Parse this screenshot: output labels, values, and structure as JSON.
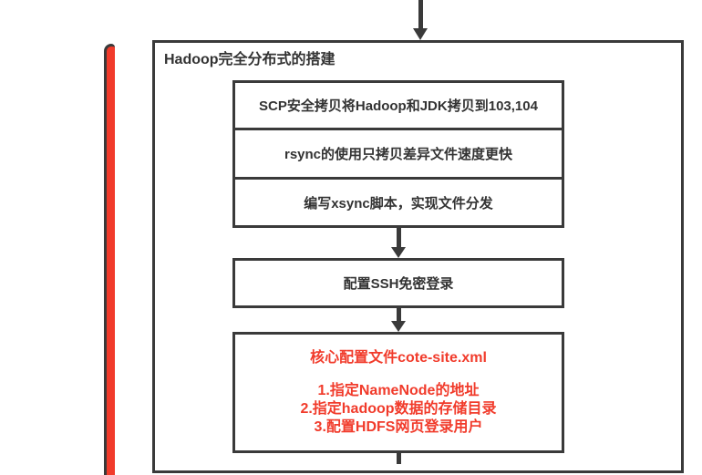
{
  "colors": {
    "accent_red": "#f13b2b",
    "border_dark": "#3a3a3a",
    "text_dark": "#333333"
  },
  "diagram": {
    "title": "Hadoop完全分布式的搭建",
    "steps": [
      "SCP安全拷贝将Hadoop和JDK拷贝到103,104",
      "rsync的使用只拷贝差异文件速度更快",
      "编写xsync脚本，实现文件分发",
      "配置SSH免密登录"
    ],
    "config_box": {
      "heading": "核心配置文件cote-site.xml",
      "items": [
        "1.指定NameNode的地址",
        "2.指定hadoop数据的存储目录",
        "3.配置HDFS网页登录用户"
      ]
    }
  }
}
